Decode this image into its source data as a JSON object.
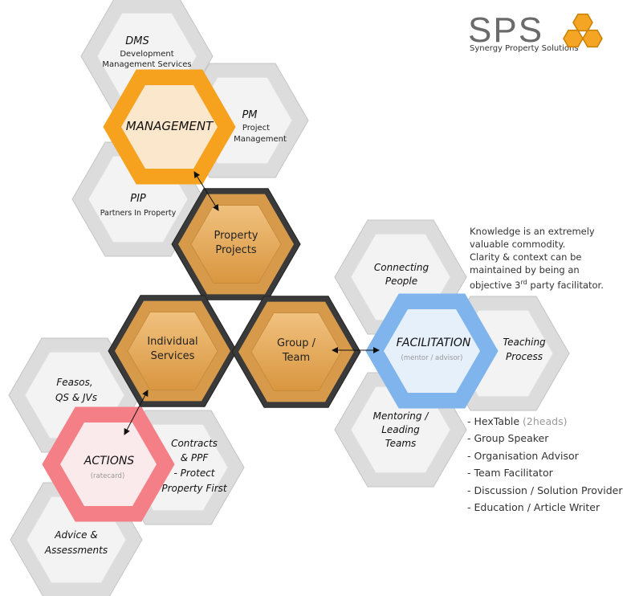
{
  "logo": {
    "abbrev": "SPS",
    "name": "Synergy Property Solutions",
    "colors": {
      "letters": "#6b6b6b",
      "hexes": "#f5a524",
      "name": "#333333"
    }
  },
  "hubs": {
    "property_projects": {
      "lines": [
        "Property",
        "Projects"
      ]
    },
    "individual_services": {
      "lines": [
        "Individual",
        "Services"
      ]
    },
    "group_team": {
      "lines": [
        "Group /",
        "Team"
      ]
    }
  },
  "management": {
    "title": "MANAGEMENT",
    "dms": {
      "title": "DMS",
      "lines": [
        "Development",
        "Management Services"
      ]
    },
    "pm": {
      "title": "PM",
      "lines": [
        "Project",
        "Management"
      ]
    },
    "pip": {
      "title": "PIP",
      "lines": [
        "Partners In Property"
      ]
    }
  },
  "facilitation": {
    "title": "FACILITATION",
    "subtitle": "(mentor / advisor)",
    "connecting": {
      "lines": [
        "Connecting",
        "People"
      ]
    },
    "teaching": {
      "lines": [
        "Teaching",
        "Process"
      ]
    },
    "mentoring": {
      "lines": [
        "Mentoring /",
        "Leading",
        "Teams"
      ]
    }
  },
  "actions": {
    "title": "ACTIONS",
    "subtitle": "(ratecard)",
    "feasos": {
      "lines": [
        "Feasos,",
        "QS & JVs"
      ]
    },
    "contracts": {
      "lines": [
        "Contracts",
        "& PPF",
        "- Protect",
        "Property First"
      ]
    },
    "advice": {
      "lines": [
        "Advice &",
        "Assessments"
      ]
    }
  },
  "side_note": {
    "lines": [
      "Knowledge is an extremely",
      "valuable commodity.",
      "Clarity & context can be",
      "maintained by being an"
    ],
    "last_prefix": "objective 3",
    "last_sup": "rd",
    "last_suffix": " party facilitator."
  },
  "roles": [
    {
      "label": "- HexTable",
      "suffix": " (2heads)"
    },
    {
      "label": "- Group Speaker"
    },
    {
      "label": "- Organisation Advisor"
    },
    {
      "label": "- Team Facilitator"
    },
    {
      "label": "- Discussion / Solution Provider"
    },
    {
      "label": "- Education / Article Writer"
    }
  ],
  "colors": {
    "management": "#f6a21f",
    "facilitation": "#7fb4ec",
    "actions": "#f57f86",
    "hub_fill": "#e2a55c",
    "hub_border": "#3a3a3a",
    "satellite": "#d9d9d9"
  }
}
